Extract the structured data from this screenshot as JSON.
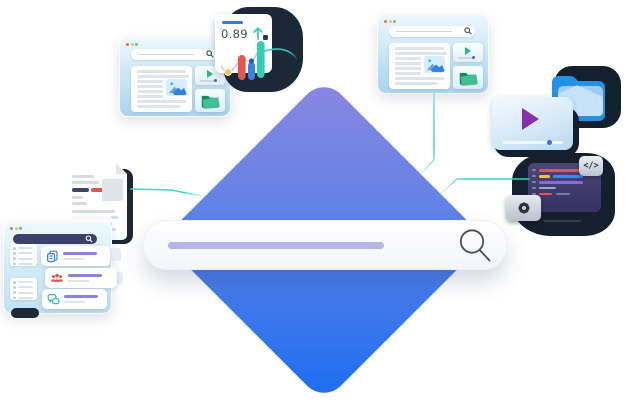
{
  "page": {
    "background": "#ffffff",
    "description": "Hero illustration: a large search bar over a gradient diamond, connected by teal lines to browser windows, a metric chart card, a document, a results panel, a folder, a video player and a code editor"
  },
  "colors": {
    "diamond_top": "#8b87e0",
    "diamond_bottom": "#1b6df2",
    "connector_teal": "#36d2bf",
    "shadow_navy": "#16202e",
    "accent_blue": "#2e7de6",
    "accent_teal": "#2fd0b5",
    "accent_red": "#e4564f",
    "accent_yellow": "#f2c33c",
    "accent_purple_play": "#8631ab",
    "query_lavender": "#b9b3e8"
  },
  "search_bar": {
    "query_text": "",
    "icon": "magnifier"
  },
  "metric_card": {
    "value": "0.89",
    "trend_icon": "arrow-up",
    "accent_line_color": "#2e7de6"
  },
  "chart_data": {
    "type": "bar",
    "title": "metric card mini chart (decorative)",
    "categories": [
      "point",
      "bar1",
      "bar2",
      "bar3"
    ],
    "values": [
      0.15,
      0.65,
      0.45,
      1.0
    ],
    "colors": [
      "#f2c33c",
      "#e4564f",
      "#3f7de8",
      "#2fd0b5"
    ],
    "annotation": {
      "value_label": "0.89",
      "trend": "up"
    },
    "overlay_line_color": "#c9c4ef"
  },
  "code_editor": {
    "badge_label": "</>",
    "gear_badge": "settings-gear",
    "line_colors": [
      "#e25550",
      "#eec043",
      "#3e8de6",
      "#8d68dd"
    ]
  },
  "browser_windows": {
    "count": 2,
    "elements": [
      "traffic-dots",
      "search-pill",
      "article-text",
      "image-thumbnail",
      "video-card",
      "folder-card"
    ]
  },
  "results_panel": {
    "search_bar_color": "#3b4168",
    "cards": [
      {
        "icon": "documents-icon",
        "icon_color": "#3f7de8"
      },
      {
        "icon": "team-icon",
        "icon_color": "#e0564e"
      },
      {
        "icon": "chat-icon",
        "icon_color": "#2dbfa2"
      }
    ]
  },
  "document_card": {
    "highlight_colors": [
      "#3c4566",
      "#e2574d"
    ]
  },
  "connectors": {
    "count": 4
  }
}
